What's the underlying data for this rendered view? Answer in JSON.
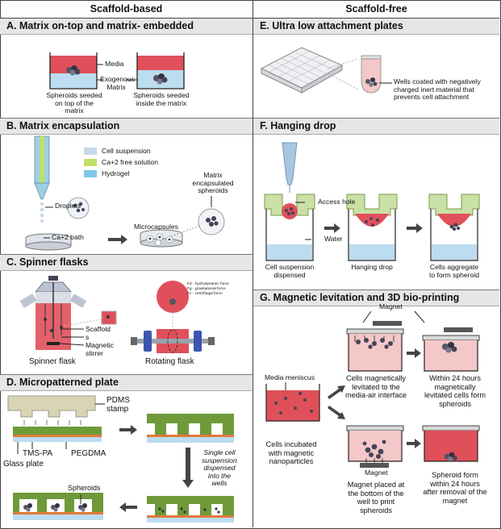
{
  "headers": {
    "left": "Scaffold-based",
    "right": "Scaffold-free"
  },
  "panels": {
    "A": {
      "title": "A. Matrix on-top and matrix- embedded",
      "media": "Media",
      "exo": "Exogenous\nMatrix",
      "seeded_top": "Spheroids seeded\non top of the\nmatrix",
      "seeded_inside": "Spheroids seeded\ninside the matrix"
    },
    "B": {
      "title": "B. Matrix encapsulation",
      "legend": [
        "Cell suspension",
        "Ca+2 free solution",
        "Hydrogel"
      ],
      "droplets": "Droplets",
      "bath": "Ca+2 bath",
      "microcapsules": "Microcapsules",
      "mes": "Matrix\nencapsulated\nspheroids"
    },
    "C": {
      "title": "C. Spinner flasks",
      "scaffold": "Scaffold",
      "s": "s",
      "stirrer": "Magnetic\nstirrer",
      "spinner": "Spinner flask",
      "rotating": "Rotating flask",
      "forces": [
        "Fd - hydrodynamic force",
        "Fg - gravitational force",
        "Fc - centrifugal force"
      ]
    },
    "D": {
      "title": "D. Micropatterned plate",
      "pdms": "PDMS\nstamp",
      "tms": "TMS-PA",
      "peg": "PEGDMA",
      "glass": "Glass plate",
      "single": "Single cell\nsuspension\ndispensed\ninto the\nwells",
      "spheroids": "Spheroids"
    },
    "E": {
      "title": "E. Ultra low attachment plates",
      "desc": "Wells coated with negatively\ncharged inert material that\nprevents cell attachment"
    },
    "F": {
      "title": "F. Hanging drop",
      "access": "Access hole",
      "water": "Water",
      "cellsusp": "Cell suspension\ndispensed",
      "hanging": "Hanging drop",
      "aggregate": "Cells aggregate\nto form spheroid"
    },
    "G": {
      "title": "G. Magnetic levitation and 3D bio-printing",
      "magnet_top": "Magnet",
      "meniscus": "Media meniscus",
      "incubated": "Cells incubated\nwith magnetic\nnanoparticles",
      "levitated": "Cells magnetically\nlevitated to the\nmedia-air interface",
      "within24": "Within 24 hours\nmagnetically\nlevitated cells form\nspheroids",
      "magnet_bottom": "Magnet",
      "placed": "Magnet placed at\nthe bottom of the\nwell to print\nspheroids",
      "spheroid_form": "Spheroid form\nwithin 24 hours\nafter removal of the\nmagnet"
    }
  },
  "colors": {
    "red": "#e0505a",
    "pink": "#f4c7c9",
    "blue": "#bcdcf0",
    "green": "#6f9a3a",
    "khaki": "#d9d4b4",
    "grey": "#e6e6e6"
  }
}
